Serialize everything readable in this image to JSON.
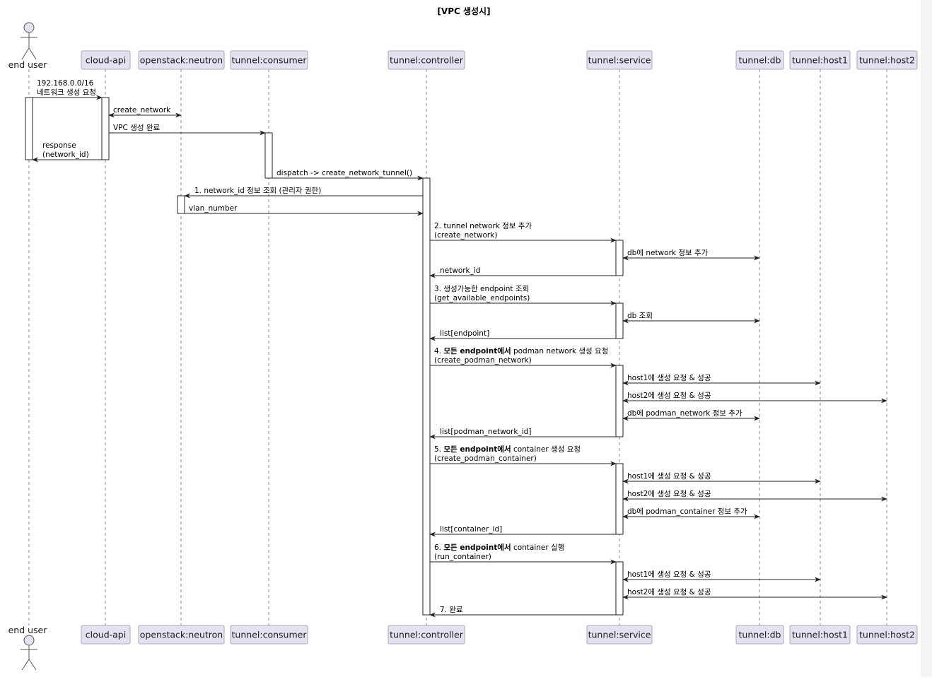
{
  "title": "[VPC 생성시]",
  "participants": [
    {
      "id": "user",
      "label": "end user",
      "kind": "actor"
    },
    {
      "id": "api",
      "label": "cloud-api",
      "kind": "box"
    },
    {
      "id": "neutron",
      "label": "openstack:neutron",
      "kind": "box"
    },
    {
      "id": "consumer",
      "label": "tunnel:consumer",
      "kind": "box"
    },
    {
      "id": "controller",
      "label": "tunnel:controller",
      "kind": "box"
    },
    {
      "id": "service",
      "label": "tunnel:service",
      "kind": "box"
    },
    {
      "id": "db",
      "label": "tunnel:db",
      "kind": "box"
    },
    {
      "id": "host1",
      "label": "tunnel:host1",
      "kind": "box"
    },
    {
      "id": "host2",
      "label": "tunnel:host2",
      "kind": "box"
    }
  ],
  "messages": [
    {
      "from": "user",
      "to": "api",
      "lines": [
        [
          "192.168.0.0/16"
        ],
        [
          "네트워크 생성 요청"
        ]
      ]
    },
    {
      "from": "api",
      "to": "neutron",
      "both": true,
      "lines": [
        [
          "create_network"
        ]
      ]
    },
    {
      "from": "api",
      "to": "consumer",
      "lines": [
        [
          "VPC 생성 완료"
        ]
      ]
    },
    {
      "from": "api",
      "to": "user",
      "lines": [
        [
          "response"
        ],
        [
          "(network_id)"
        ]
      ]
    },
    {
      "from": "consumer",
      "to": "controller",
      "lines": [
        [
          "dispatch -> create_network_tunnel()"
        ]
      ]
    },
    {
      "from": "controller",
      "to": "neutron",
      "lines": [
        [
          "1. network_id 정보 조회 (관리자 권한)"
        ]
      ]
    },
    {
      "from": "neutron",
      "to": "controller",
      "lines": [
        [
          "vlan_number"
        ]
      ]
    },
    {
      "from": "controller",
      "to": "service",
      "lines": [
        [
          "2. tunnel network 정보 추가"
        ],
        [
          "(create_network)"
        ]
      ]
    },
    {
      "from": "service",
      "to": "db",
      "both": true,
      "lines": [
        [
          "db에 network 정보 추가"
        ]
      ]
    },
    {
      "from": "service",
      "to": "controller",
      "lines": [
        [
          "network_id"
        ]
      ]
    },
    {
      "from": "controller",
      "to": "service",
      "lines": [
        [
          "3. 생성가능한 endpoint 조회"
        ],
        [
          "(get_available_endpoints)"
        ]
      ]
    },
    {
      "from": "service",
      "to": "db",
      "both": true,
      "lines": [
        [
          "db 조회"
        ]
      ]
    },
    {
      "from": "service",
      "to": "controller",
      "lines": [
        [
          "list[endpoint]"
        ]
      ]
    },
    {
      "from": "controller",
      "to": "service",
      "lines": [
        [
          "4. ",
          "모든 ",
          "endpoint에서",
          " podman network 생성 요청"
        ],
        [
          "(create_podman_network)"
        ]
      ]
    },
    {
      "from": "service",
      "to": "host1",
      "both": true,
      "lines": [
        [
          "host1에 생성 요청 & 성공"
        ]
      ]
    },
    {
      "from": "service",
      "to": "host2",
      "both": true,
      "lines": [
        [
          "host2에 생성 요청 & 성공"
        ]
      ]
    },
    {
      "from": "service",
      "to": "db",
      "both": true,
      "lines": [
        [
          "db에 podman_network 정보 추가"
        ]
      ]
    },
    {
      "from": "service",
      "to": "controller",
      "lines": [
        [
          "list[podman_network_id]"
        ]
      ]
    },
    {
      "from": "controller",
      "to": "service",
      "lines": [
        [
          "5. ",
          "모든 ",
          "endpoint에서",
          " container 생성 요청"
        ],
        [
          "(create_podman_container)"
        ]
      ]
    },
    {
      "from": "service",
      "to": "host1",
      "both": true,
      "lines": [
        [
          "host1에 생성 요청 & 성공"
        ]
      ]
    },
    {
      "from": "service",
      "to": "host2",
      "both": true,
      "lines": [
        [
          "host2에 생성 요청 & 성공"
        ]
      ]
    },
    {
      "from": "service",
      "to": "db",
      "both": true,
      "lines": [
        [
          "db에 podman_container 정보 추가"
        ]
      ]
    },
    {
      "from": "service",
      "to": "controller",
      "lines": [
        [
          "list[container_id]"
        ]
      ]
    },
    {
      "from": "controller",
      "to": "service",
      "lines": [
        [
          "6. ",
          "모든 ",
          "endpoint에서",
          " container 실행"
        ],
        [
          "(run_container)"
        ]
      ]
    },
    {
      "from": "service",
      "to": "host1",
      "both": true,
      "lines": [
        [
          "host1에 생성 요청 & 성공"
        ]
      ]
    },
    {
      "from": "service",
      "to": "host2",
      "both": true,
      "lines": [
        [
          "host2에 생성 요청 & 성공"
        ]
      ]
    },
    {
      "from": "service",
      "to": "controller",
      "lines": [
        [
          "7. 완료"
        ]
      ]
    }
  ],
  "colors": {
    "participant_fill": "#e2e2f0",
    "participant_stroke": "#a8a8b8",
    "line": "#222222"
  }
}
